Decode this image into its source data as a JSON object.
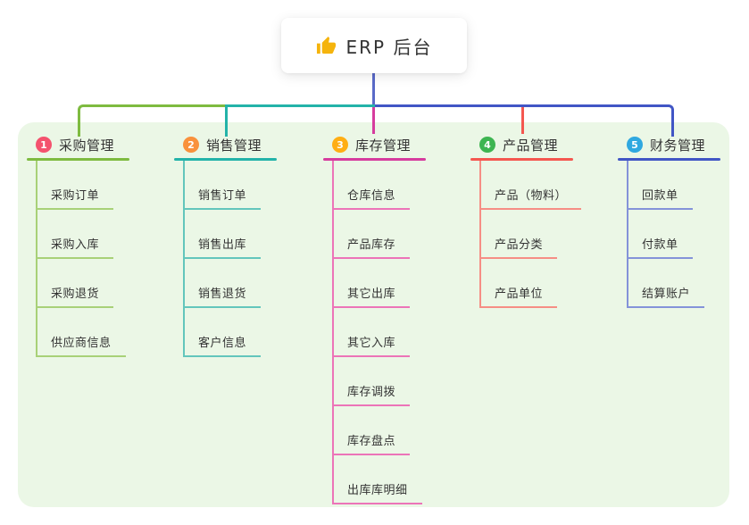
{
  "root": {
    "title": "ERP 后台",
    "icon": "thumbs-up-icon",
    "icon_color": "#F5B40D"
  },
  "panel": {
    "bg_color": "#EBF7E6"
  },
  "stem_color": "#5A6AC8",
  "branches": [
    {
      "badge": "1",
      "label": "采购管理",
      "color": "#7EBB40",
      "light_color": "#A8D178",
      "badge_color": "#F4526E",
      "items": [
        "采购订单",
        "采购入库",
        "采购退货",
        "供应商信息"
      ]
    },
    {
      "badge": "2",
      "label": "销售管理",
      "color": "#23B3A9",
      "light_color": "#63C6BC",
      "badge_color": "#F9913C",
      "items": [
        "销售订单",
        "销售出库",
        "销售退货",
        "客户信息"
      ]
    },
    {
      "badge": "3",
      "label": "库存管理",
      "color": "#D63C9E",
      "light_color": "#EC74B8",
      "badge_color": "#FFAE13",
      "items": [
        "仓库信息",
        "产品库存",
        "其它出库",
        "其它入库",
        "库存调拨",
        "库存盘点",
        "出库库明细"
      ]
    },
    {
      "badge": "4",
      "label": "产品管理",
      "color": "#F45750",
      "light_color": "#F68E85",
      "badge_color": "#3DB551",
      "items": [
        "产品（物料）",
        "产品分类",
        "产品单位"
      ]
    },
    {
      "badge": "5",
      "label": "财务管理",
      "color": "#4156C5",
      "light_color": "#8493D9",
      "badge_color": "#2FA8E0",
      "items": [
        "回款单",
        "付款单",
        "结算账户"
      ]
    }
  ]
}
